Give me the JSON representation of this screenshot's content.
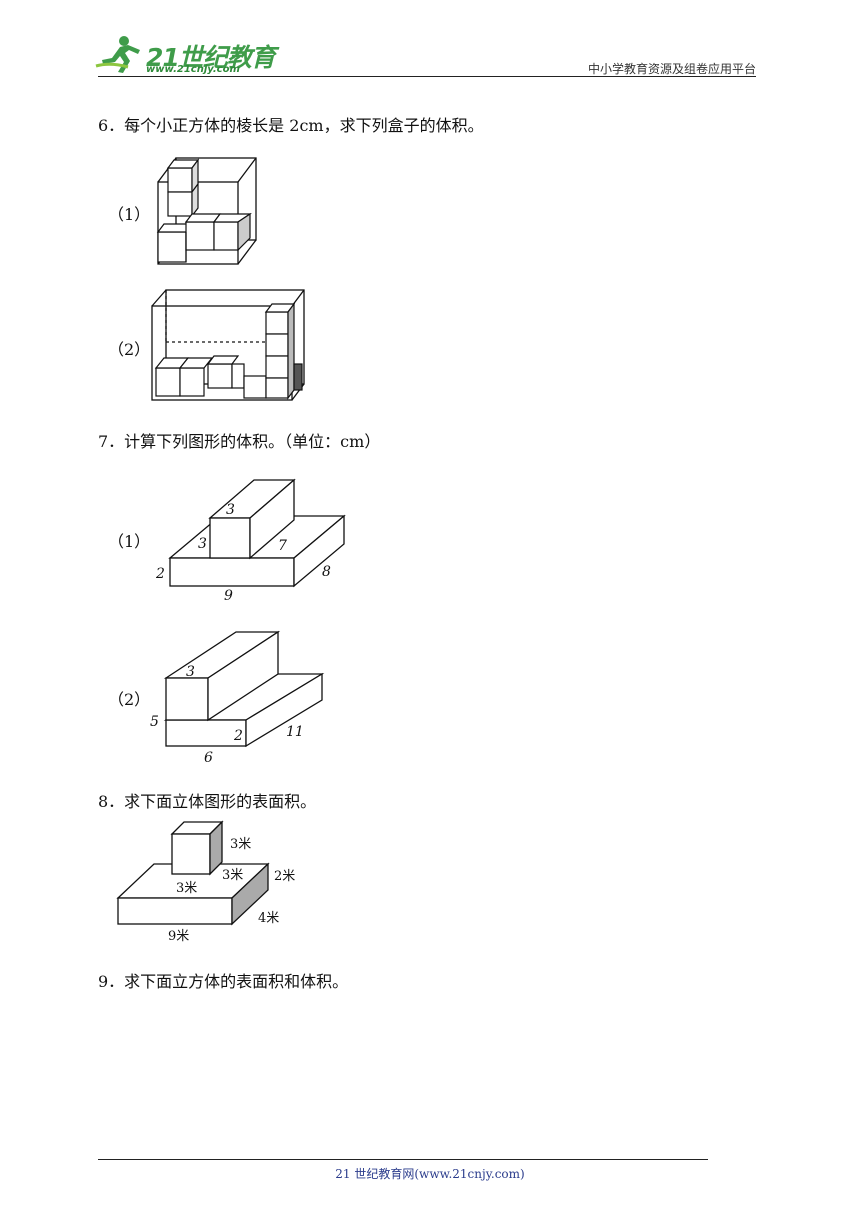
{
  "header": {
    "logo_text": "21世纪教育",
    "logo_url": "www.21cnjy.com",
    "right_text": "中小学教育资源及组卷应用平台"
  },
  "questions": {
    "q6": {
      "text": "6．每个小正方体的棱长是 2cm，求下列盒子的体积。",
      "sub1": "（1）",
      "sub2": "（2）"
    },
    "q7": {
      "text": "7．计算下列图形的体积。（单位：cm）",
      "sub1": "（1）",
      "sub2": "（2）"
    },
    "q8": {
      "text": "8．求下面立体图形的表面积。"
    },
    "q9": {
      "text": "9．求下面立方体的表面积和体积。"
    }
  },
  "fig7_1_labels": {
    "top": "3",
    "height_top": "3",
    "depth_top": "7",
    "height_base": "2",
    "width_base": "9",
    "depth_base": "8"
  },
  "fig7_2_labels": {
    "top": "3",
    "height_total": "5",
    "height_base": "2",
    "width": "6",
    "depth": "11"
  },
  "fig8_labels": {
    "cube_h": "3米",
    "cube_w": "3米",
    "cube_d": "3米",
    "base_d": "2米",
    "base_h": "4米",
    "base_w": "9米"
  },
  "footer": {
    "text": "21 世纪教育网(www.21cnjy.com)"
  }
}
